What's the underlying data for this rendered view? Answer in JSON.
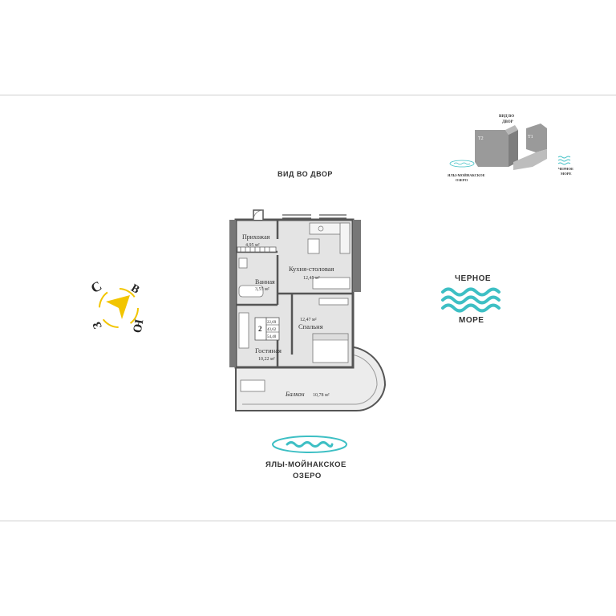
{
  "view_labels": {
    "courtyard": "ВИД ВО ДВОР",
    "sea_line1": "ЧЕРНОЕ",
    "sea_line2": "МОРЕ",
    "lake_line1": "ЯЛЫ-МОЙНАКСКОЕ",
    "lake_line2": "ОЗЕРО"
  },
  "compass": {
    "north": "С",
    "east": "В",
    "south": "Ю",
    "west": "З",
    "color": "#f2c500"
  },
  "colors": {
    "sea": "#3dbfc4",
    "walls": "#555555",
    "rooms": "#e4e4e4",
    "balcony": "#ececec"
  },
  "rooms": {
    "hall": {
      "name": "Прихожая",
      "area": "4,95 м²"
    },
    "kitchen": {
      "name": "Кухня-столовая",
      "area": "12,45 м²"
    },
    "bath": {
      "name": "Ванная",
      "area": "3,55 м²"
    },
    "bedroom": {
      "name": "Спальня",
      "area": "12,47 м²"
    },
    "living": {
      "name": "Гостиная",
      "area": "10,22 м²"
    },
    "balcony": {
      "name": "Балкон",
      "area": "10,78 м²"
    }
  },
  "apartment_badge": {
    "rooms": "2",
    "area_living": "22,69",
    "area_total": "43,62",
    "area_with_balcony": "54,40"
  },
  "mini_map": {
    "courtyard_line1": "ВИД ВО",
    "courtyard_line2": "ДВОР",
    "lake_line1": "ЯЛЫ-МОЙНАКСКОЕ",
    "lake_line2": "ОЗЕРО",
    "sea_line1": "ЧЕРНОЕ",
    "sea_line2": "МОРЕ",
    "building_t2": "Т2",
    "building_t1": "Т1"
  }
}
